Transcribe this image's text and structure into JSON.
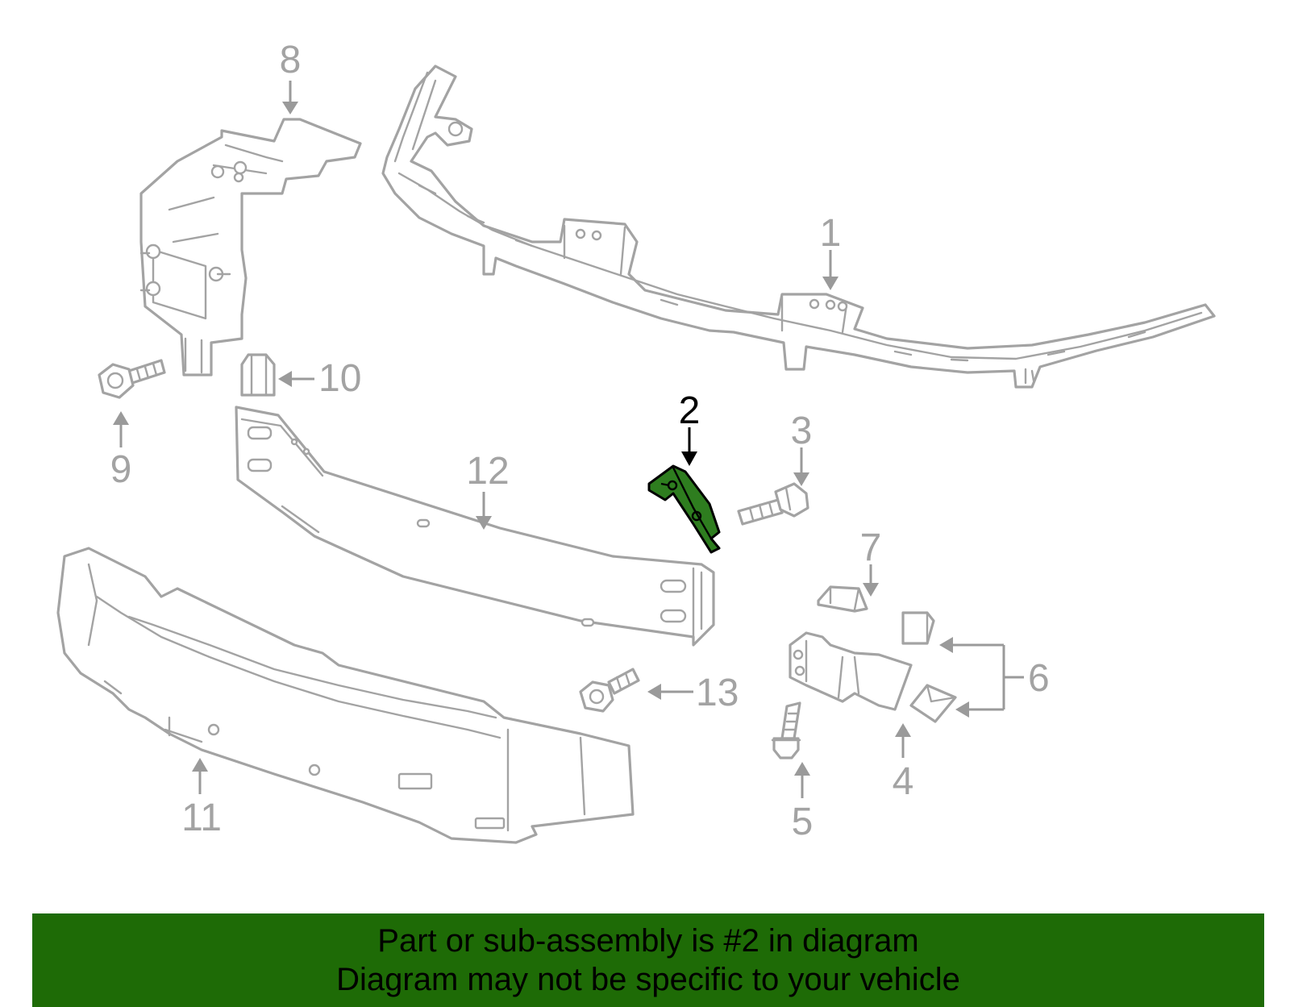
{
  "diagram": {
    "callouts": [
      {
        "id": "1",
        "label": "1",
        "highlighted": false
      },
      {
        "id": "2",
        "label": "2",
        "highlighted": true
      },
      {
        "id": "3",
        "label": "3",
        "highlighted": false
      },
      {
        "id": "4",
        "label": "4",
        "highlighted": false
      },
      {
        "id": "5",
        "label": "5",
        "highlighted": false
      },
      {
        "id": "6",
        "label": "6",
        "highlighted": false
      },
      {
        "id": "7",
        "label": "7",
        "highlighted": false
      },
      {
        "id": "8",
        "label": "8",
        "highlighted": false
      },
      {
        "id": "9",
        "label": "9",
        "highlighted": false
      },
      {
        "id": "10",
        "label": "10",
        "highlighted": false
      },
      {
        "id": "11",
        "label": "11",
        "highlighted": false
      },
      {
        "id": "12",
        "label": "12",
        "highlighted": false
      },
      {
        "id": "13",
        "label": "13",
        "highlighted": false
      }
    ],
    "colors": {
      "line_art": "#a3a3a3",
      "highlight_fill": "#2e7d1f",
      "banner_background": "#1e6b06",
      "banner_text": "#000000"
    }
  },
  "banner": {
    "line1": "Part or sub-assembly is #2 in diagram",
    "line2": "Diagram may not be specific to your vehicle"
  }
}
